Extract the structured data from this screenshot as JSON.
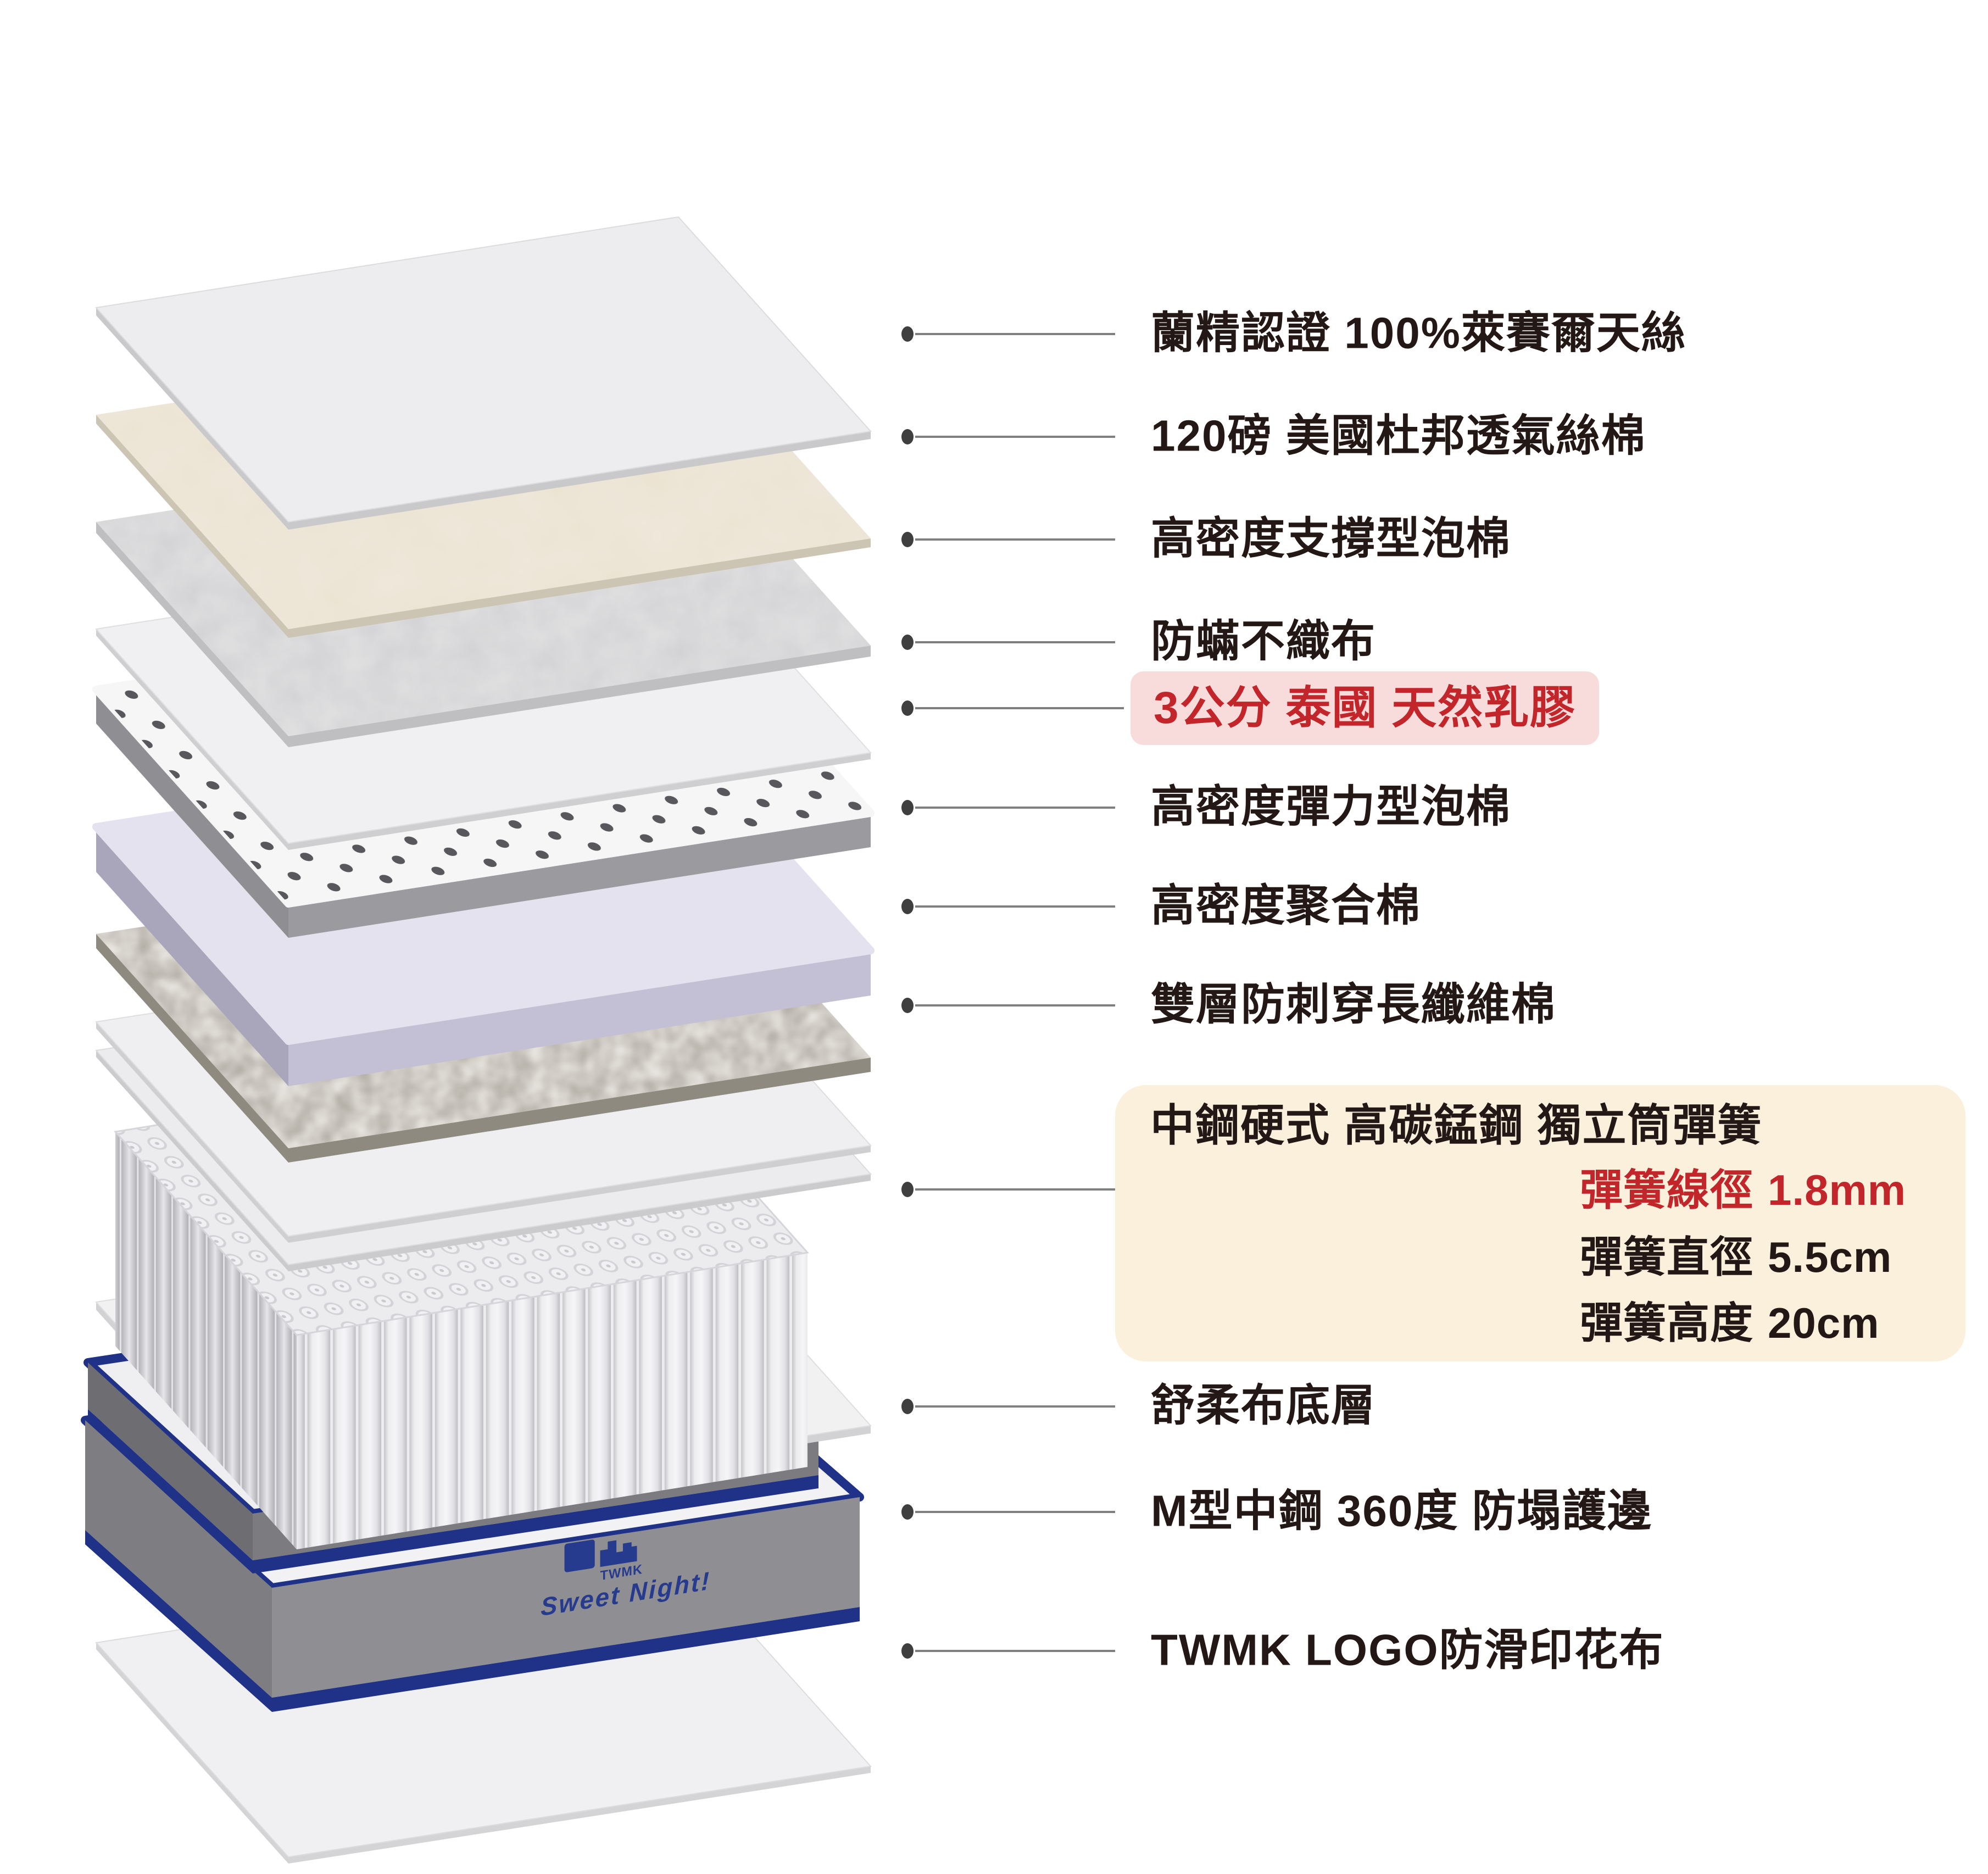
{
  "colors": {
    "label_text": "#231815",
    "accent_red": "#C2262B",
    "highlight_pink_bg": "#F8DCDC",
    "spring_box_bg": "#FAF0DB",
    "navy": "#203288",
    "leader_line": "#7F7F7F",
    "leader_dot": "#3F3F3F"
  },
  "layer_labels": [
    {
      "text": "蘭精認證 100%萊賽爾天絲"
    },
    {
      "text": "120磅 美國杜邦透氣絲棉"
    },
    {
      "text": "高密度支撐型泡棉"
    },
    {
      "text": "防蟎不織布"
    },
    {
      "text": "3公分 泰國 天然乳膠",
      "highlighted": true
    },
    {
      "text": "高密度彈力型泡棉"
    },
    {
      "text": "高密度聚合棉"
    },
    {
      "text": "雙層防刺穿長纖維棉"
    },
    {
      "text": "舒柔布底層"
    },
    {
      "text": "M型中鋼 360度 防塌護邊"
    },
    {
      "text": "TWMK LOGO防滑印花布"
    }
  ],
  "spring_box": {
    "title": "中鋼硬式 高碳錳鋼 獨立筒彈簧",
    "specs": [
      {
        "name": "彈簧線徑",
        "value": "1.8mm",
        "highlighted": true
      },
      {
        "name": "彈簧直徑",
        "value": "5.5cm",
        "highlighted": false
      },
      {
        "name": "彈簧高度",
        "value": "20cm",
        "highlighted": false
      }
    ]
  },
  "brand": {
    "logo_text": "TWMK",
    "tagline": "Sweet Night!"
  }
}
